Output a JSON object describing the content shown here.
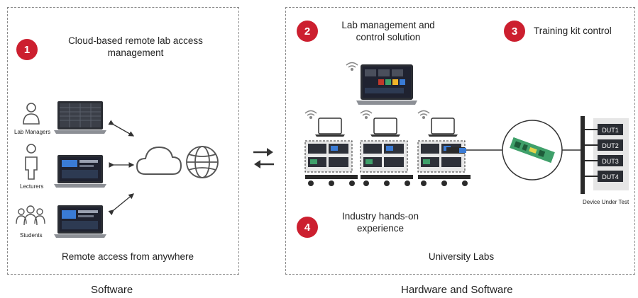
{
  "steps": [
    {
      "number": "1",
      "label": "Cloud-based remote lab access management"
    },
    {
      "number": "2",
      "label": "Lab management and control solution"
    },
    {
      "number": "3",
      "label": "Training kit control"
    },
    {
      "number": "4",
      "label": "Industry hands-on experience"
    }
  ],
  "users": [
    {
      "label": "Lab Managers",
      "icon": "person-icon"
    },
    {
      "label": "Lecturers",
      "icon": "person-outline-icon"
    },
    {
      "label": "Students",
      "icon": "group-icon"
    }
  ],
  "left_panel": {
    "footer": "Remote access from anywhere",
    "caption": "Software"
  },
  "right_panel": {
    "footer": "University Labs",
    "caption": "Hardware and Software"
  },
  "duts": [
    "DUT1",
    "DUT2",
    "DUT3",
    "DUT4"
  ],
  "dut_caption": "Device Under Test",
  "colors": {
    "accent": "#cc1f2f",
    "border": "#8a8a8a",
    "screen": "#1f2230",
    "board": "#3fa06a"
  }
}
